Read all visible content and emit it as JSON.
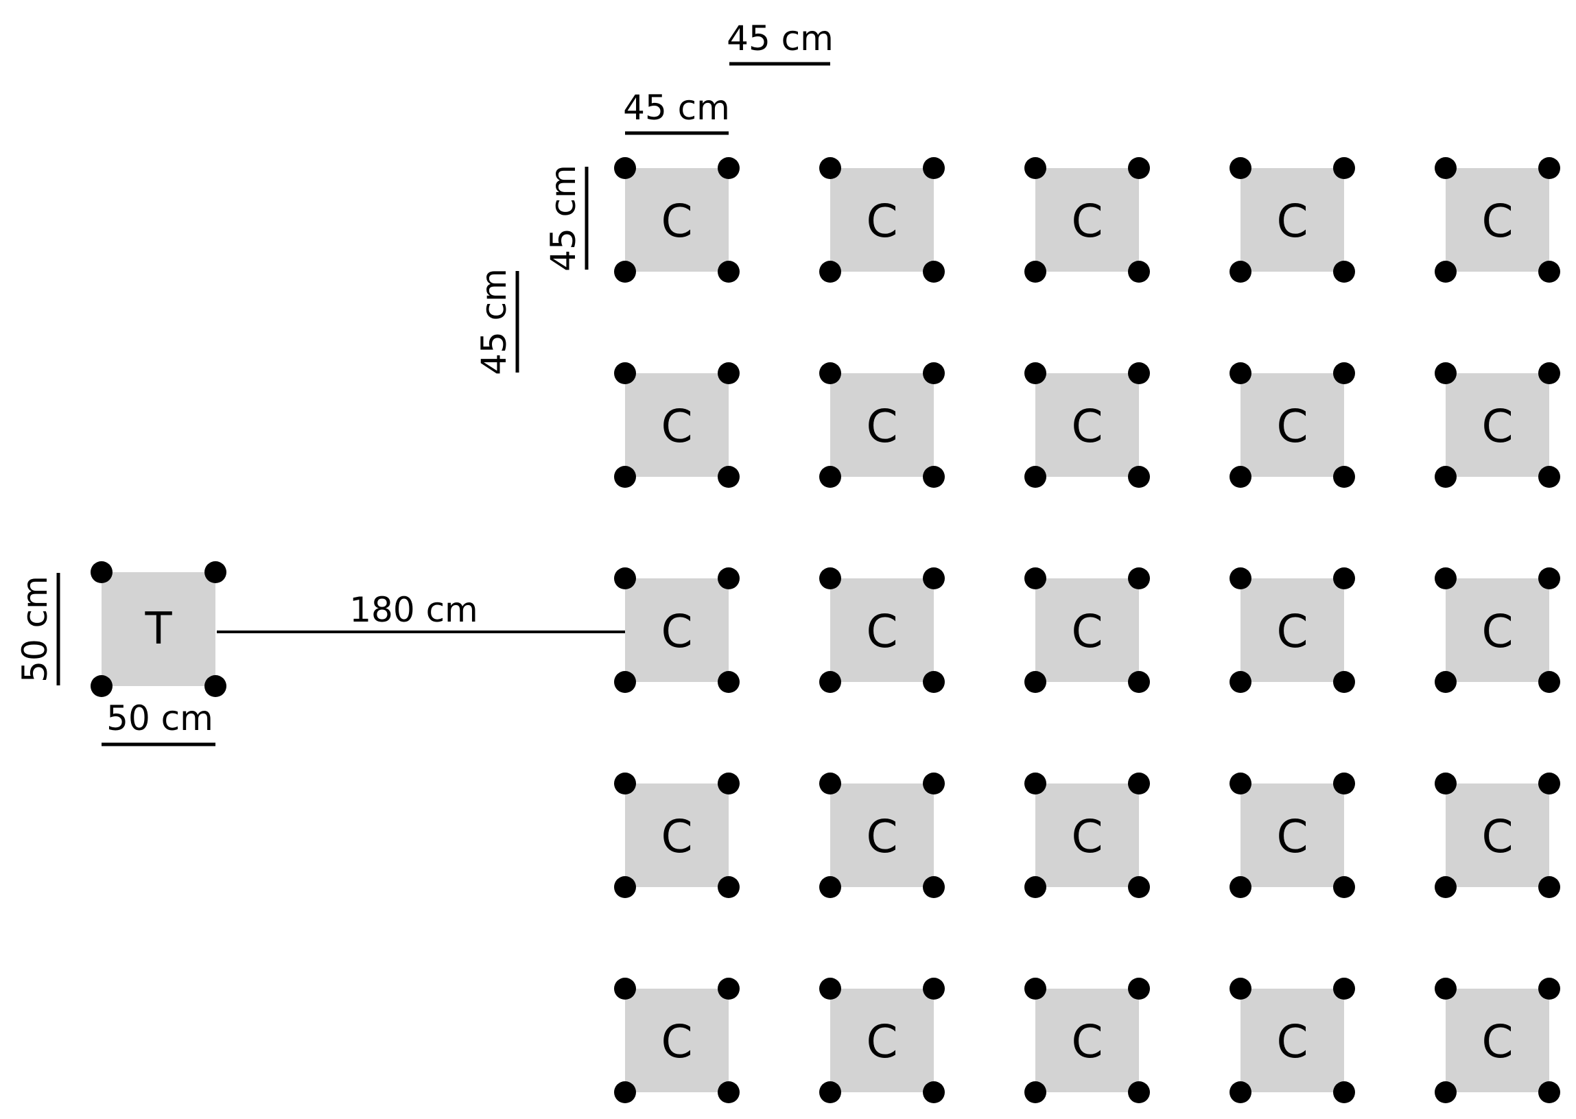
{
  "control_plot": {
    "label": "C",
    "rows": 5,
    "columns": 5
  },
  "treatment_plot": {
    "label": "T"
  },
  "dimensions": {
    "control_gap_horizontal": "45 cm",
    "control_width": "45 cm",
    "control_height": "45 cm",
    "control_gap_vertical": "45 cm",
    "treatment_height": "50 cm",
    "treatment_width": "50 cm",
    "treatment_to_control": "180 cm"
  },
  "colors": {
    "plot_fill": "#d3d3d3",
    "marker": "#000000",
    "line": "#000000",
    "text": "#000000"
  }
}
